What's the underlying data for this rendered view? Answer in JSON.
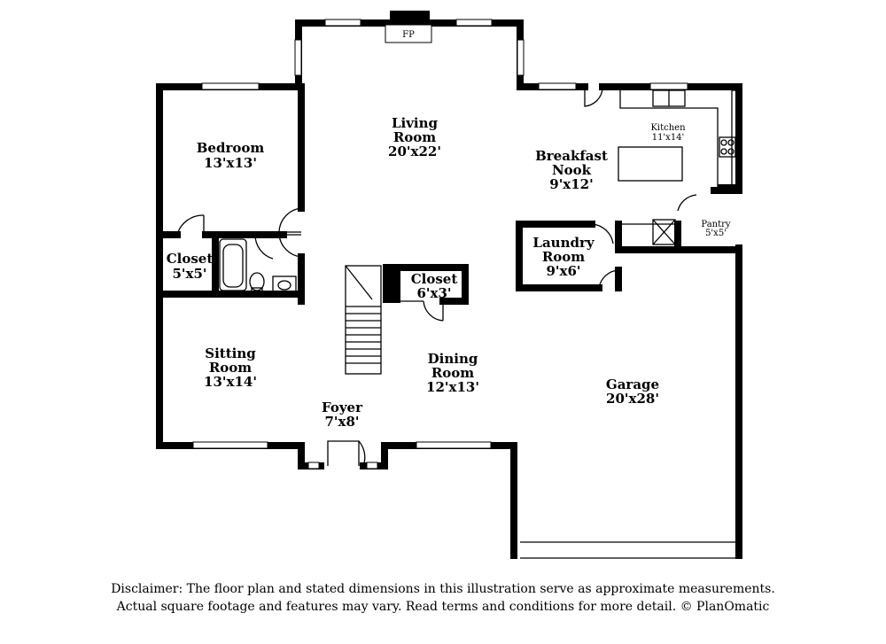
{
  "rooms": {
    "living": {
      "name": "Living",
      "name2": "Room",
      "dims": "20'x22'"
    },
    "bedroom": {
      "name": "Bedroom",
      "dims": "13'x13'"
    },
    "breakfast": {
      "name": "Breakfast",
      "name2": "Nook",
      "dims": "9'x12'"
    },
    "kitchen": {
      "name": "Kitchen",
      "dims": "11'x14'"
    },
    "pantry": {
      "name": "Pantry",
      "dims": "5'x5'"
    },
    "closet1": {
      "name": "Closet",
      "dims": "5'x5'"
    },
    "closet2": {
      "name": "Closet",
      "dims": "6'x3'"
    },
    "laundry": {
      "name": "Laundry",
      "name2": "Room",
      "dims": "9'x6'"
    },
    "sitting": {
      "name": "Sitting",
      "name2": "Room",
      "dims": "13'x14'"
    },
    "dining": {
      "name": "Dining",
      "name2": "Room",
      "dims": "12'x13'"
    },
    "foyer": {
      "name": "Foyer",
      "dims": "7'x8'"
    },
    "garage": {
      "name": "Garage",
      "dims": "20'x28'"
    }
  },
  "fireplace_label": "FP",
  "disclaimer": {
    "line1": "Disclaimer: The floor plan and stated dimensions in this illustration serve as approximate measurements.",
    "line2": "Actual square footage and features may vary. Read terms and conditions for more detail. © PlanOmatic"
  }
}
